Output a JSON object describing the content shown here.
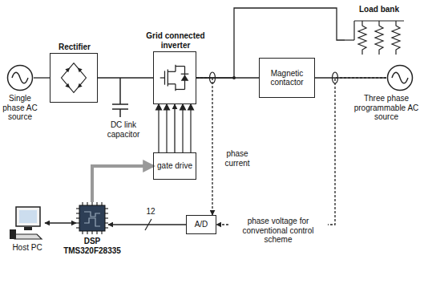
{
  "diagram": {
    "nodes": [
      {
        "text": [
          "Single phase AC source"
        ]
      },
      {
        "text": [
          "Rectifier"
        ]
      },
      {
        "text": [
          "Grid connected inverter"
        ]
      },
      {
        "text": [
          "Load bank"
        ]
      },
      {
        "text": [
          "Magnetic contactor"
        ]
      },
      {
        "text": [
          "Three phase programmable AC source"
        ]
      },
      {
        "text": [
          "gate drive"
        ]
      },
      {
        "text": [
          "Host PC"
        ]
      },
      {
        "text": [
          "DSP TMS320F28335"
        ]
      },
      {
        "text": [
          "A/D"
        ]
      }
    ],
    "edges": [
      {
        "from": 0,
        "to": 1,
        "arrow": "none"
      },
      {
        "from": 1,
        "to": 2,
        "arrow": "none"
      },
      {
        "from": 2,
        "to": 4,
        "arrow": "none"
      },
      {
        "from": 4,
        "to": 5,
        "arrow": "none"
      },
      {
        "from": 2,
        "to": 3,
        "arrow": "none"
      },
      {
        "from": 6,
        "to": 2,
        "arrow": "to"
      },
      {
        "from": 8,
        "to": 6,
        "arrow": "to"
      },
      {
        "from": 9,
        "to": 8,
        "label": "12",
        "arrow": "to"
      },
      {
        "from": 7,
        "to": 8,
        "arrow": "both"
      },
      {
        "from": 2,
        "to": 9,
        "label": "phase current",
        "arrow": "to"
      },
      {
        "from": 5,
        "to": 9,
        "label": "phase voltage for conventional control scheme",
        "arrow": "to"
      }
    ],
    "labels": [
      "DC link capacitor"
    ]
  }
}
